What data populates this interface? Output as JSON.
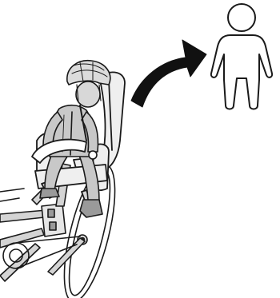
{
  "diagram": {
    "subjects": [
      {
        "name": "child-in-rear-bicycle-seat",
        "icon": "child-seated-in-bike-seat-illustration"
      },
      {
        "name": "arrow",
        "icon": "curved-arrow-icon"
      },
      {
        "name": "child-outline",
        "icon": "child-figure-icon"
      }
    ],
    "colors": {
      "ink": "#1a1a1a",
      "clothing": "#c8c8c8",
      "helmet": "#dcdcdc",
      "seat": "#efefef",
      "frame": "#d4d4d4",
      "background": "#ffffff"
    }
  }
}
